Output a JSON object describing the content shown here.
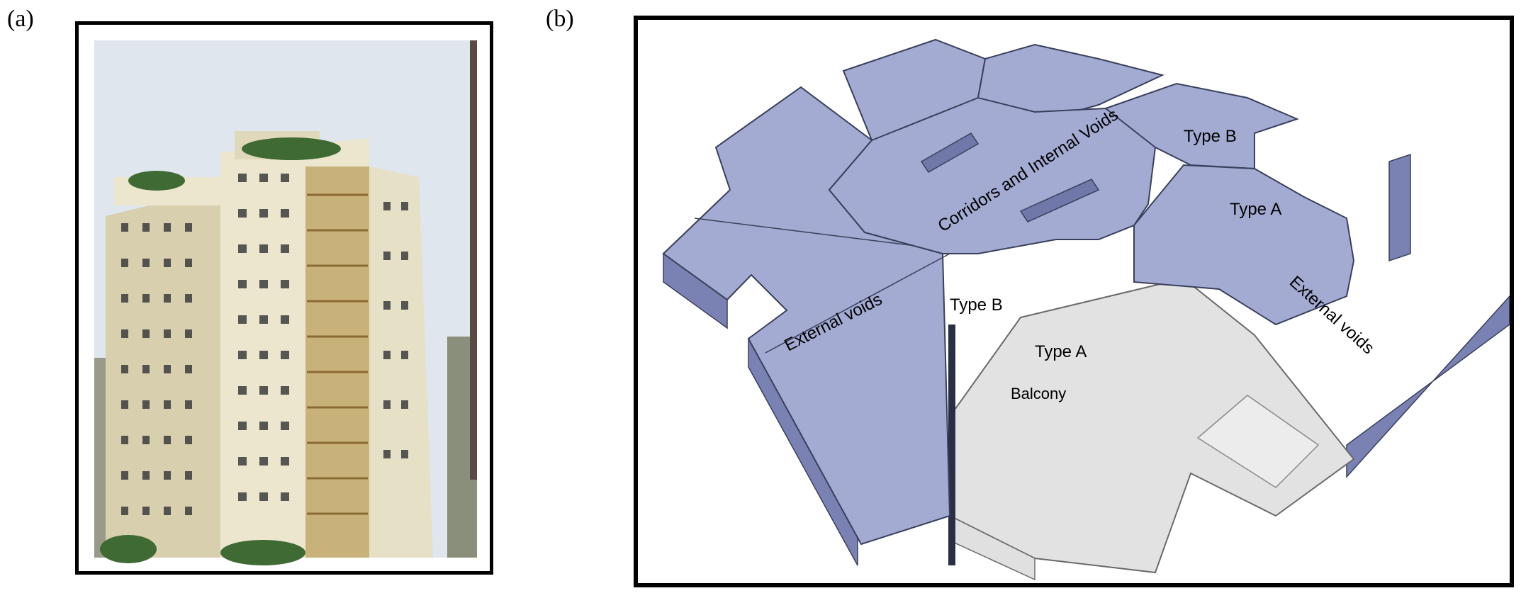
{
  "panels": {
    "a_label": "(a)",
    "b_label": "(b)"
  },
  "diagram": {
    "labels": {
      "corridors": "Corridors  and Internal Voids",
      "type_b_top": "Type B",
      "type_a_right": "Type A",
      "type_b_bottom": "Type B",
      "type_a_bottom": "Type A",
      "balcony": "Balcony",
      "external_voids_left": "External voids",
      "external_voids_right": "External voids"
    },
    "colors": {
      "unit_fill": "#a3abd3",
      "unit_side": "#7a82b3",
      "unit_stroke": "#3a3f5c",
      "cutaway_fill": "#e2e2e2"
    }
  },
  "photo": {
    "colors": {
      "sky": "#dfe6ee",
      "facade": "#ece6cf",
      "facade_shade": "#d7cfae",
      "window": "#3d3d3d",
      "balcony_trim": "#b58d42",
      "trees": "#3f6a33"
    }
  }
}
